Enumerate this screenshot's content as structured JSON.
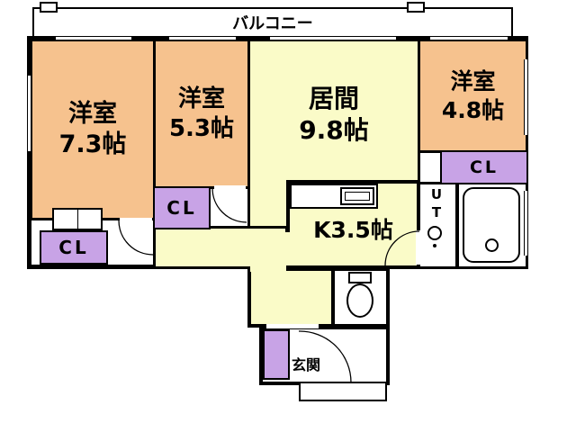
{
  "colors": {
    "wall": "#000000",
    "bedroom_fill": "#f6c28e",
    "living_fill": "#fafbc8",
    "closet_fill": "#c8a3e6",
    "background": "#ffffff"
  },
  "balcony": {
    "label": "バルコニー"
  },
  "rooms": {
    "bedroom_left": {
      "name": "洋室",
      "size": "7.3帖"
    },
    "bedroom_mid": {
      "name": "洋室",
      "size": "5.3帖"
    },
    "living": {
      "name": "居間",
      "size": "9.8帖"
    },
    "bedroom_right": {
      "name": "洋室",
      "size": "4.8帖"
    },
    "kitchen": {
      "label": "K3.5帖"
    },
    "utility": {
      "label": "UT"
    },
    "entrance": {
      "label": "玄関"
    }
  },
  "closets": {
    "left": {
      "label": "CL"
    },
    "mid": {
      "label": "CL"
    },
    "right": {
      "label": "CL"
    }
  }
}
